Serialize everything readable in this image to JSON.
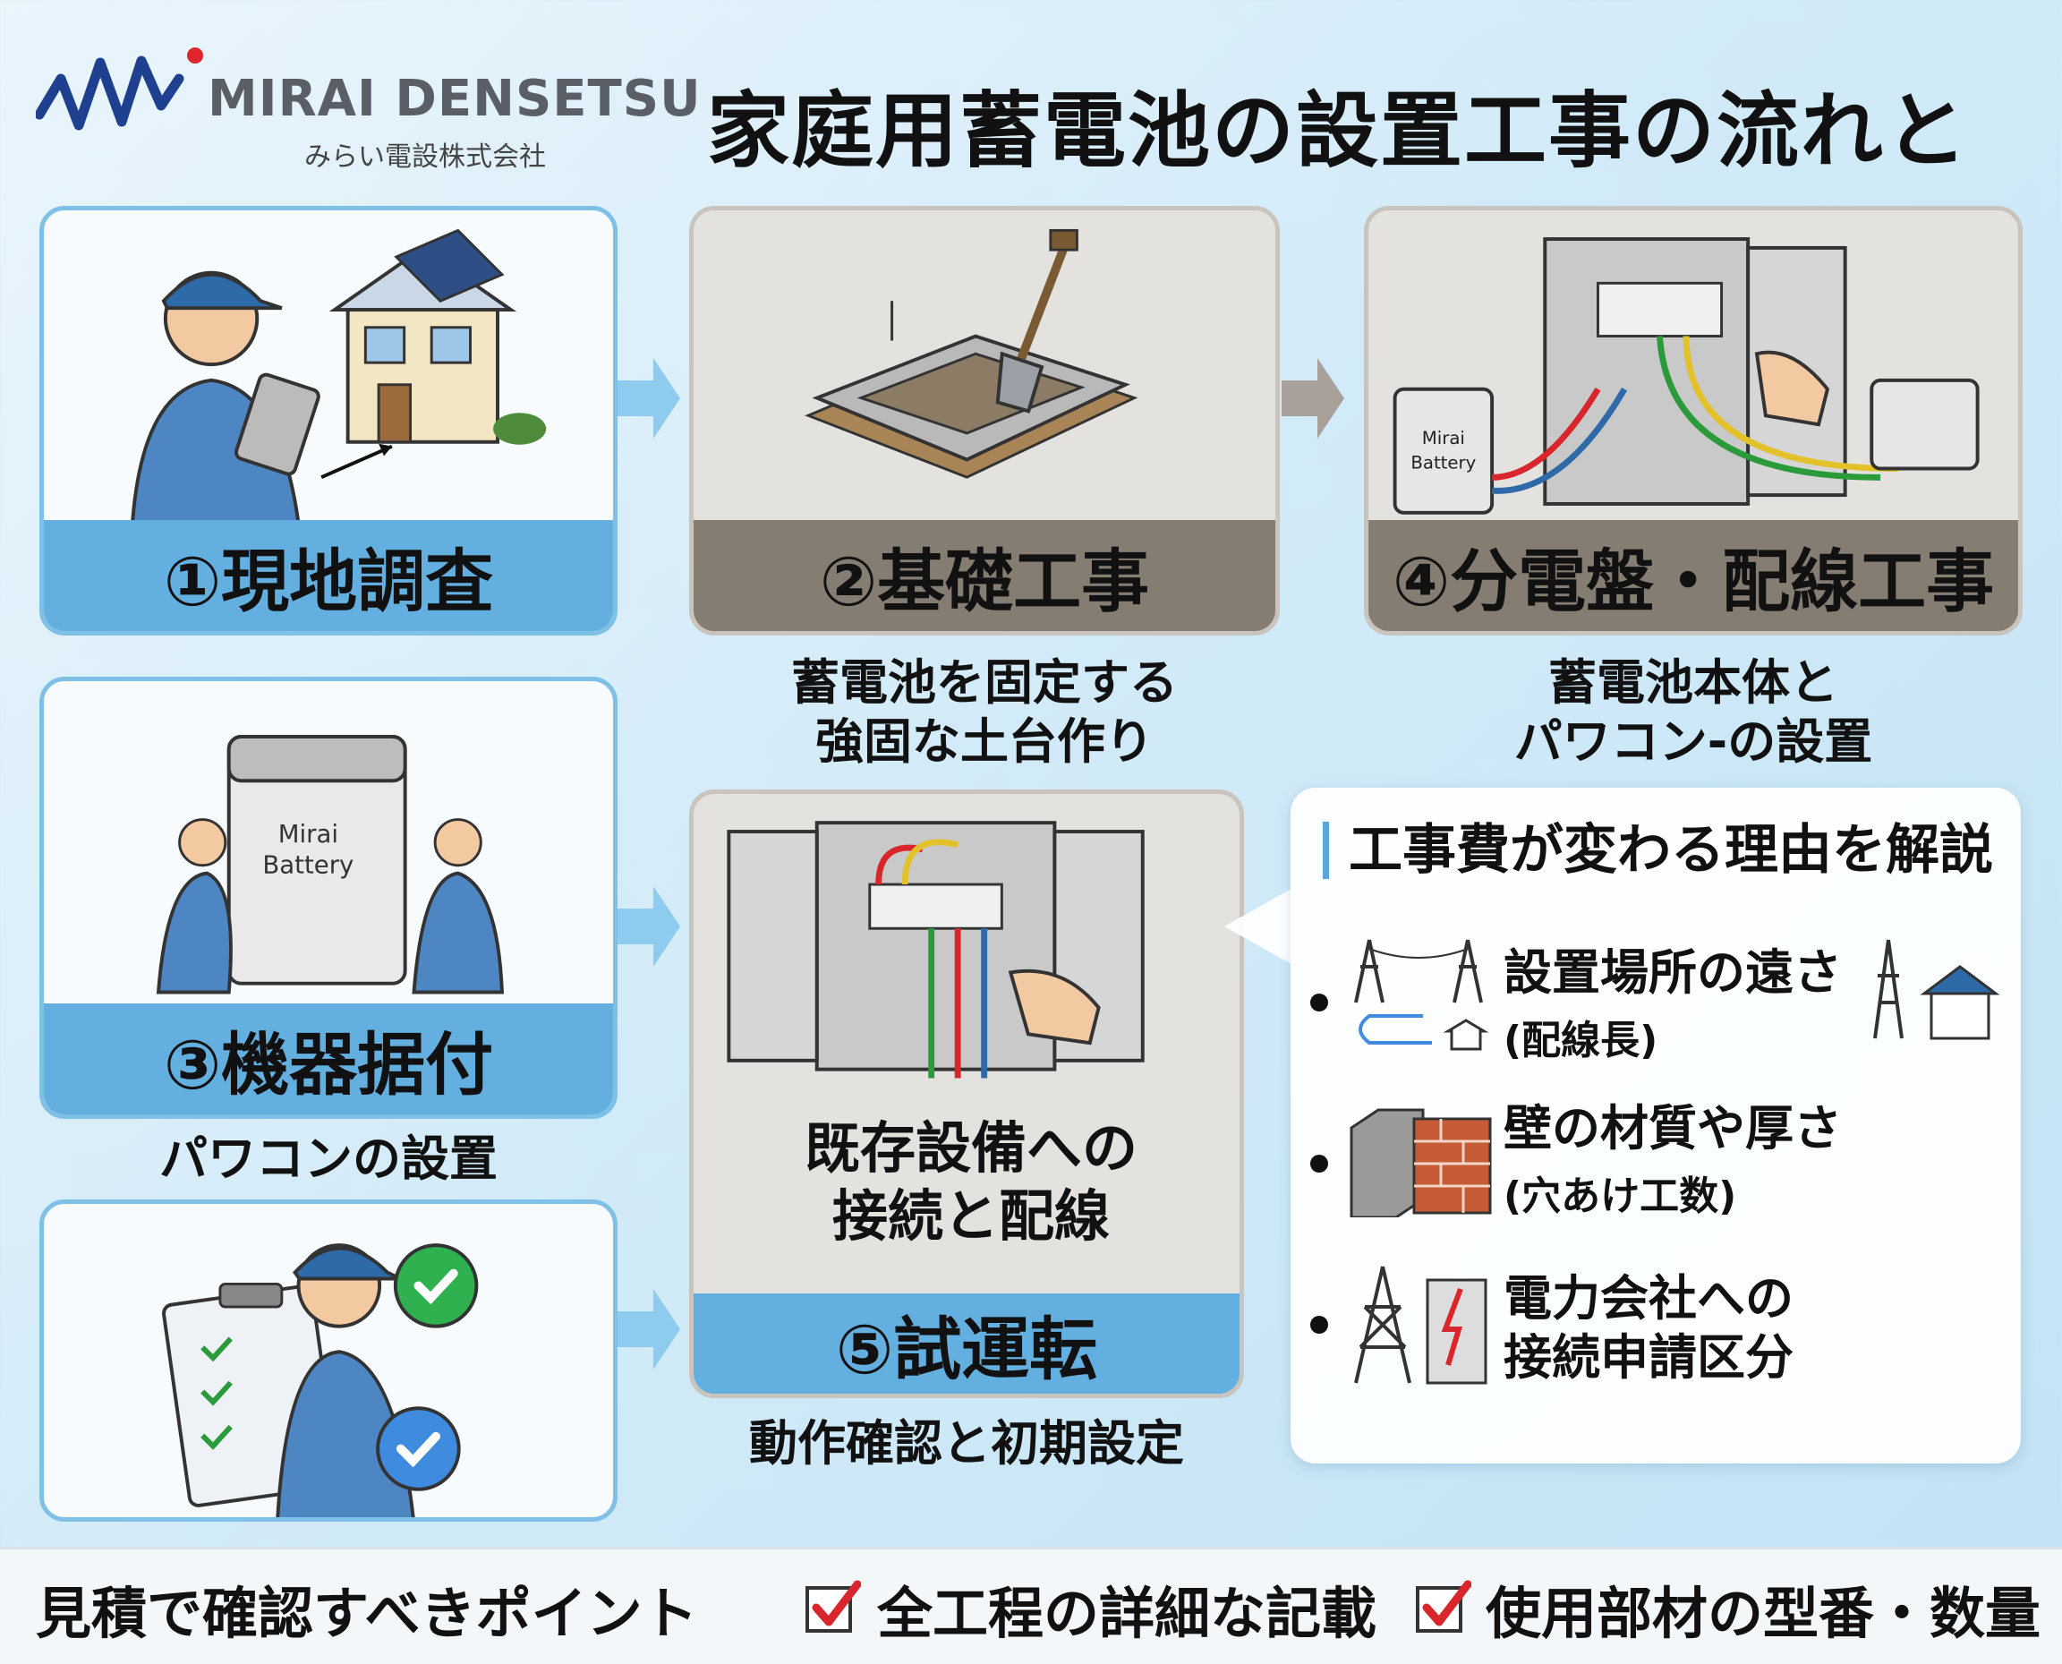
{
  "header": {
    "logo_name": "MIRAI DENSETSU",
    "logo_sub": "みらい電設株式会社",
    "title": "家庭用蓄電池の設置工事の流れと"
  },
  "steps": [
    {
      "label": "①現地調査",
      "caption": ""
    },
    {
      "label": "②基礎工事",
      "caption_lines": [
        "蓄電池を固定する",
        "強固な土台作り"
      ]
    },
    {
      "label": "④分電盤・配線工事",
      "caption_lines": [
        "蓄電池本体と",
        "パワコン-の設置"
      ]
    },
    {
      "label": "③機器据付",
      "caption_lines": [
        "パワコンの設置"
      ]
    },
    {
      "label": "⑤試運転",
      "caption_lines": [
        "動作確認と初期設定"
      ],
      "inner_lines": [
        "既存設備への",
        "接続と配線"
      ]
    },
    {
      "label": "",
      "caption": ""
    }
  ],
  "illustrations": {
    "battery_label": [
      "Mirai",
      "Battery"
    ]
  },
  "panel": {
    "title": "工事費が変わる理由を解説",
    "reasons": [
      {
        "main": "設置場所の遠さ",
        "sub": "(配線長)"
      },
      {
        "main": "壁の材質や厚さ",
        "sub": "(穴あけ工数)"
      },
      {
        "main_lines": [
          "電力会社への",
          "接続申請区分"
        ]
      }
    ]
  },
  "footer": {
    "label": "見積で確認すべきポイント",
    "items": [
      "全工程の詳細な記載",
      "使用部材の型番・数量"
    ]
  },
  "colors": {
    "accent_blue": "#63afe0",
    "accent_gray": "#857c72",
    "check_red": "#d9262c"
  }
}
